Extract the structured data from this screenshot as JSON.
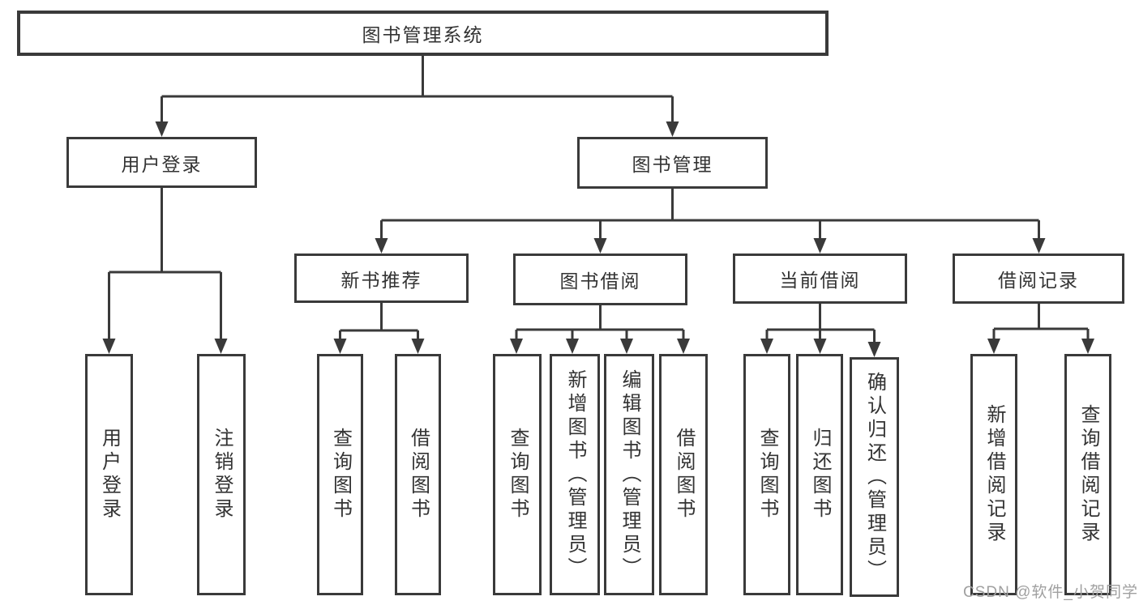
{
  "title": "图书管理系统",
  "nodes": {
    "user_login": "用户登录",
    "book_mgmt": "图书管理",
    "new_book_rec": "新书推荐",
    "book_borrow": "图书借阅",
    "current_borrow": "当前借阅",
    "borrow_records": "借阅记录",
    "leaf_user_login": "用户登录",
    "leaf_logout": "注销登录",
    "leaf_query_book_rec": "查询图书",
    "leaf_borrow_book_rec": "借阅图书",
    "leaf_query_book_borrow": "查询图书",
    "leaf_add_book_admin": "新增图书（管理员）",
    "leaf_edit_book_admin": "编辑图书（管理员）",
    "leaf_borrow_book_borrow": "借阅图书",
    "leaf_query_book_current": "查询图书",
    "leaf_return_book": "归还图书",
    "leaf_confirm_return_admin": "确认归还（管理员）",
    "leaf_add_borrow_record": "新增借阅记录",
    "leaf_query_borrow_record": "查询借阅记录"
  },
  "watermark": "CSDN @软件_小贺同学",
  "colors": {
    "line": "#3a3a3a",
    "text": "#333333",
    "watermark": "#a0a0a0",
    "background": "#ffffff"
  }
}
